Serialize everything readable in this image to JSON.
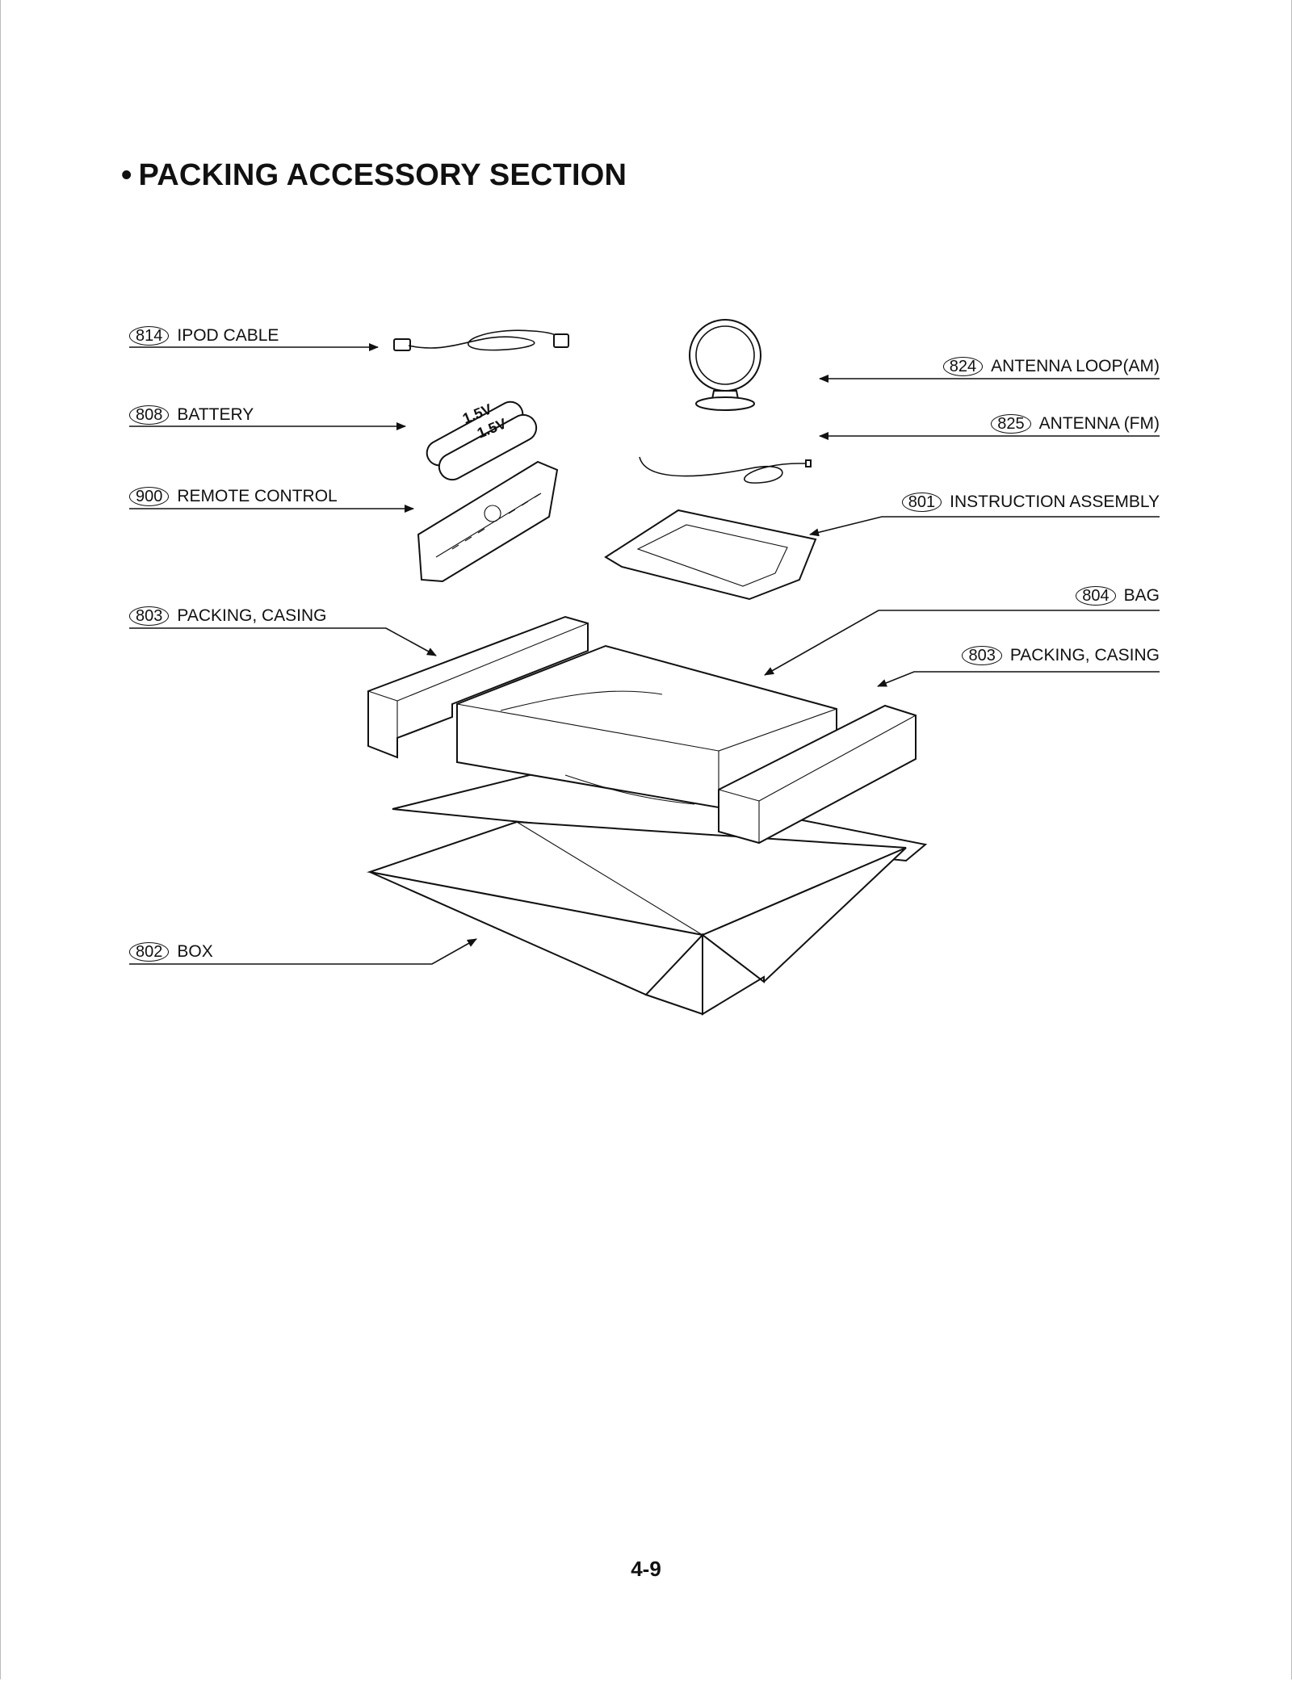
{
  "title": "PACKING ACCESSORY SECTION",
  "title_bullet": "•",
  "parts": [
    {
      "no": "814",
      "name": "IPOD CABLE"
    },
    {
      "no": "808",
      "name": "BATTERY"
    },
    {
      "no": "900",
      "name": "REMOTE CONTROL"
    },
    {
      "no": "803",
      "name": "PACKING, CASING"
    },
    {
      "no": "802",
      "name": "BOX"
    },
    {
      "no": "824",
      "name": "ANTENNA LOOP(AM)"
    },
    {
      "no": "825",
      "name": "ANTENNA (FM)"
    },
    {
      "no": "801",
      "name": "INSTRUCTION ASSEMBLY"
    },
    {
      "no": "804",
      "name": "BAG"
    },
    {
      "no": "803",
      "name": "PACKING, CASING"
    }
  ],
  "battery_marking": "1.5V",
  "page_number": "4-9"
}
